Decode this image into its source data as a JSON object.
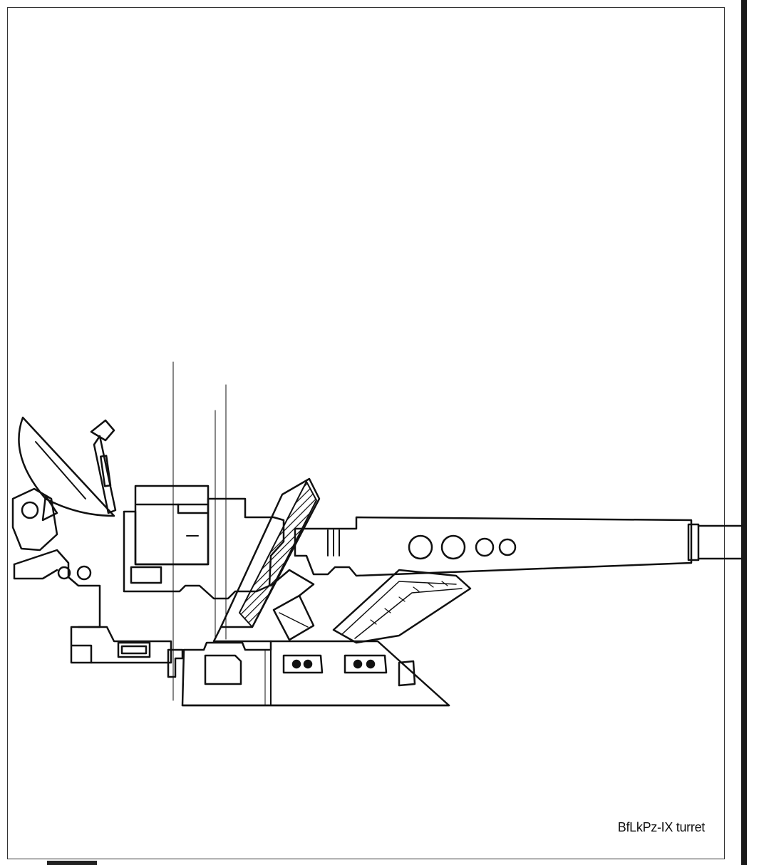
{
  "caption": "BfLkPz-IX turret",
  "colors": {
    "line": "#111111",
    "paper": "#ffffff",
    "hatch": "#111111"
  },
  "components": {
    "satellite_dish": "satellite-dish",
    "sensor_mast": "sensor-mast",
    "main_gun": "main-gun-barrel",
    "missile_launcher": "missile-launcher",
    "armor_plate": "hatched-armor-plate",
    "turret_hull": "turret-hull",
    "sight_box": "sight-box"
  }
}
